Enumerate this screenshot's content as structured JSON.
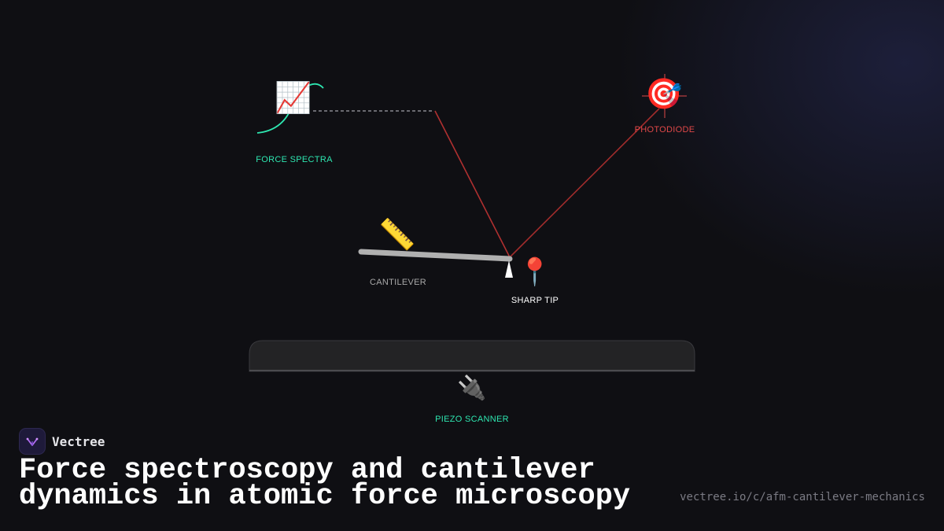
{
  "brand": {
    "name": "Vectree",
    "logo_icon": "vectree-logo-icon"
  },
  "title": "Force spectroscopy and cantilever dynamics in atomic force microscopy",
  "url": "vectree.io/c/afm-cantilever-mechanics",
  "diagram": {
    "labels": {
      "force_spectra": "FORCE SPECTRA",
      "photodiode": "PHOTODIODE",
      "cantilever": "CANTILEVER",
      "sharp_tip": "SHARP TIP",
      "piezo_scanner": "PIEZO SCANNER"
    },
    "icons": {
      "force_spectra": "chart-increasing-icon",
      "photodiode": "target-icon",
      "cantilever": "ruler-icon",
      "sharp_tip": "pin-icon",
      "piezo_scanner": "plug-icon"
    },
    "colors": {
      "force_spectra": "#2ee6b0",
      "photodiode": "#e04848",
      "cantilever": "#a8a8a8",
      "sharp_tip": "#ffffff",
      "piezo_scanner": "#2ee6b0",
      "laser": "#b03030"
    }
  }
}
